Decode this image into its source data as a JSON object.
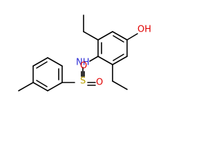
{
  "molecule": {
    "atom_labels": {
      "nh": "NH",
      "sulfur": "S",
      "oxygen_top": "O",
      "oxygen_bottom": "O",
      "hydroxyl": "OH"
    },
    "colors": {
      "bond": "#000000",
      "nitrogen": "#2b2bd6",
      "sulfur": "#b8a000",
      "oxygen": "#e00000"
    }
  }
}
